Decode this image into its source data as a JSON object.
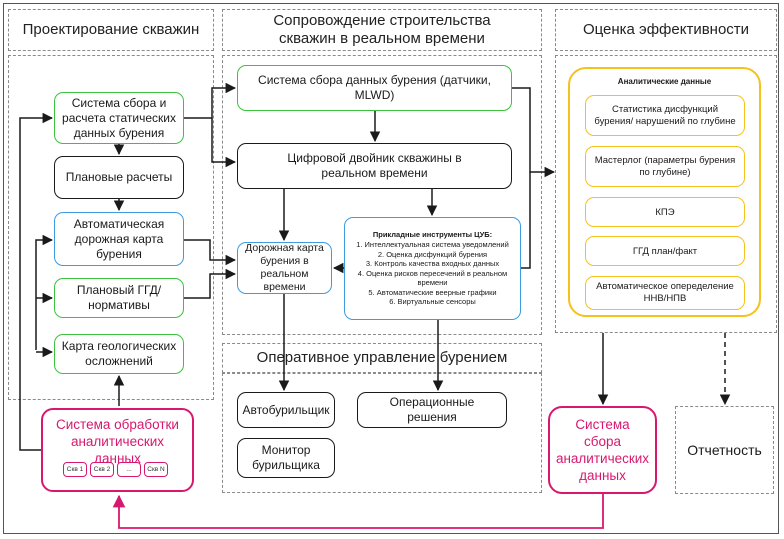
{
  "sections": {
    "design": "Проектирование скважин",
    "support": "Сопровождение строительства скважин в реальном времени",
    "efficiency": "Оценка эффективности",
    "operational": "Оперативное управление бурением"
  },
  "design_boxes": {
    "static_data": "Система сбора и расчета статических данных бурения",
    "planned_calc": "Плановые расчеты",
    "auto_map": "Автоматическая дорожная карта бурения",
    "planned_ggd": "Плановый ГГД/ нормативы",
    "geo_map": "Карта геологических осложнений"
  },
  "analytics_system": {
    "label": "Система обработки аналитических данных",
    "wells": [
      "Скв 1",
      "Скв 2",
      "...",
      "Скв N"
    ]
  },
  "support_boxes": {
    "drilling_data": "Система сбора данных бурения (датчики, MLWD)",
    "digital_twin": "Цифровой двойник скважины в реальном времени",
    "realtime_map": "Дорожная карта бурения в реальном времени"
  },
  "tools": {
    "title": "Прикладные инструменты ЦУБ:",
    "items": [
      "1. Интеллектуальная система уведомлений",
      "2. Оценка дисфункций бурения",
      "3. Контроль качества входных данных",
      "4. Оценка рисков пересечений в реальном времени",
      "5. Автоматические веерные графики",
      "6. Виртуальные сенсоры"
    ]
  },
  "operational_boxes": {
    "autodriller": "Автобурильщик",
    "operational_decisions": "Операционные решения",
    "driller_monitor": "Монитор бурильщика"
  },
  "analytics": {
    "title": "Аналитические данные",
    "items": [
      "Статистика дисфункций бурения/ нарушений по глубине",
      "Мастерлог (параметры бурения по глубине)",
      "КПЭ",
      "ГГД план/факт",
      "Автоматическое опеределение ННВ/НПВ"
    ]
  },
  "bottom": {
    "analytics_collection": "Система сбора аналитических данных",
    "reporting": "Отчетность"
  },
  "colors": {
    "green": "#3cc23c",
    "blue": "#3d9be0",
    "yellow": "#f5c21b",
    "pink": "#d8186f",
    "black": "#1a1a1a",
    "dashed": "#8a8a8a"
  }
}
